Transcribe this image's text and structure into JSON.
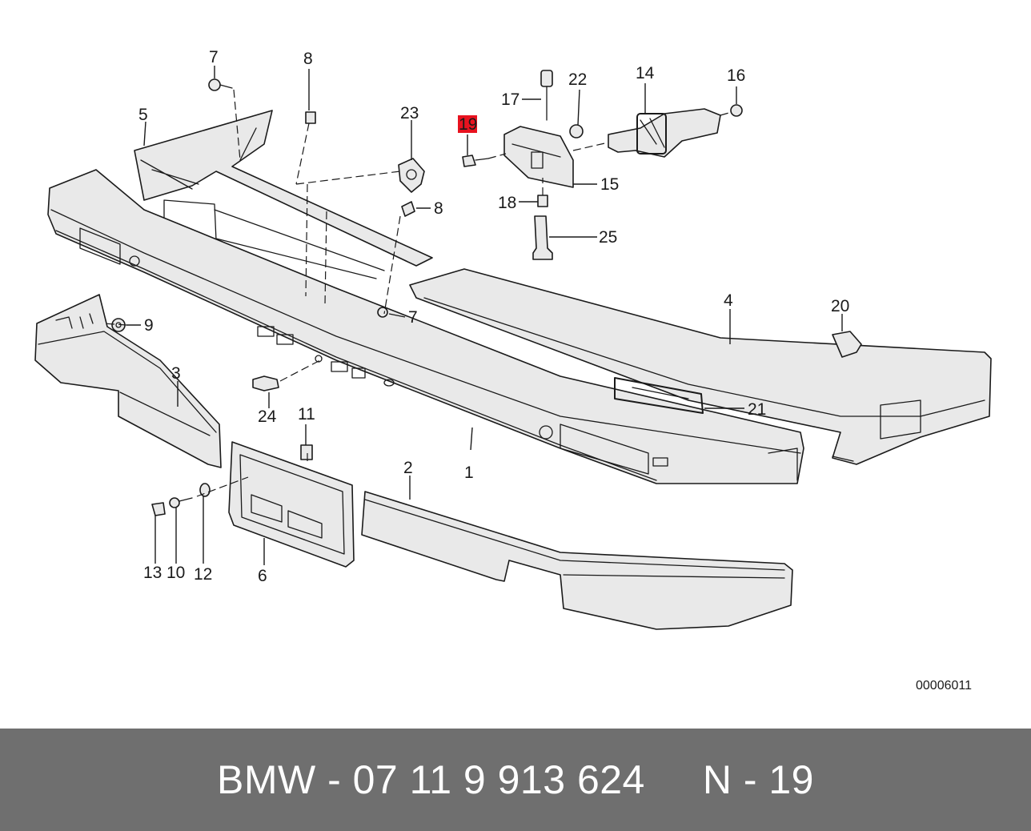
{
  "diagram": {
    "code": "00006011",
    "highlighted_label": "19",
    "labels": {
      "l1": "1",
      "l2": "2",
      "l3": "3",
      "l4": "4",
      "l5": "5",
      "l6": "6",
      "l7a": "7",
      "l7b": "7",
      "l8a": "8",
      "l8b": "8",
      "l9": "9",
      "l10": "10",
      "l11": "11",
      "l12": "12",
      "l13": "13",
      "l14": "14",
      "l15": "15",
      "l16": "16",
      "l17": "17",
      "l18": "18",
      "l19": "19",
      "l20": "20",
      "l21": "21",
      "l22": "22",
      "l23": "23",
      "l24": "24",
      "l25": "25"
    }
  },
  "footer": {
    "title": "BMW - 07 11 9 913 624     N - 19"
  },
  "colors": {
    "footer_bg": "#6f6f6f",
    "highlight": "#e8121f",
    "line": "#1a1a1a"
  }
}
